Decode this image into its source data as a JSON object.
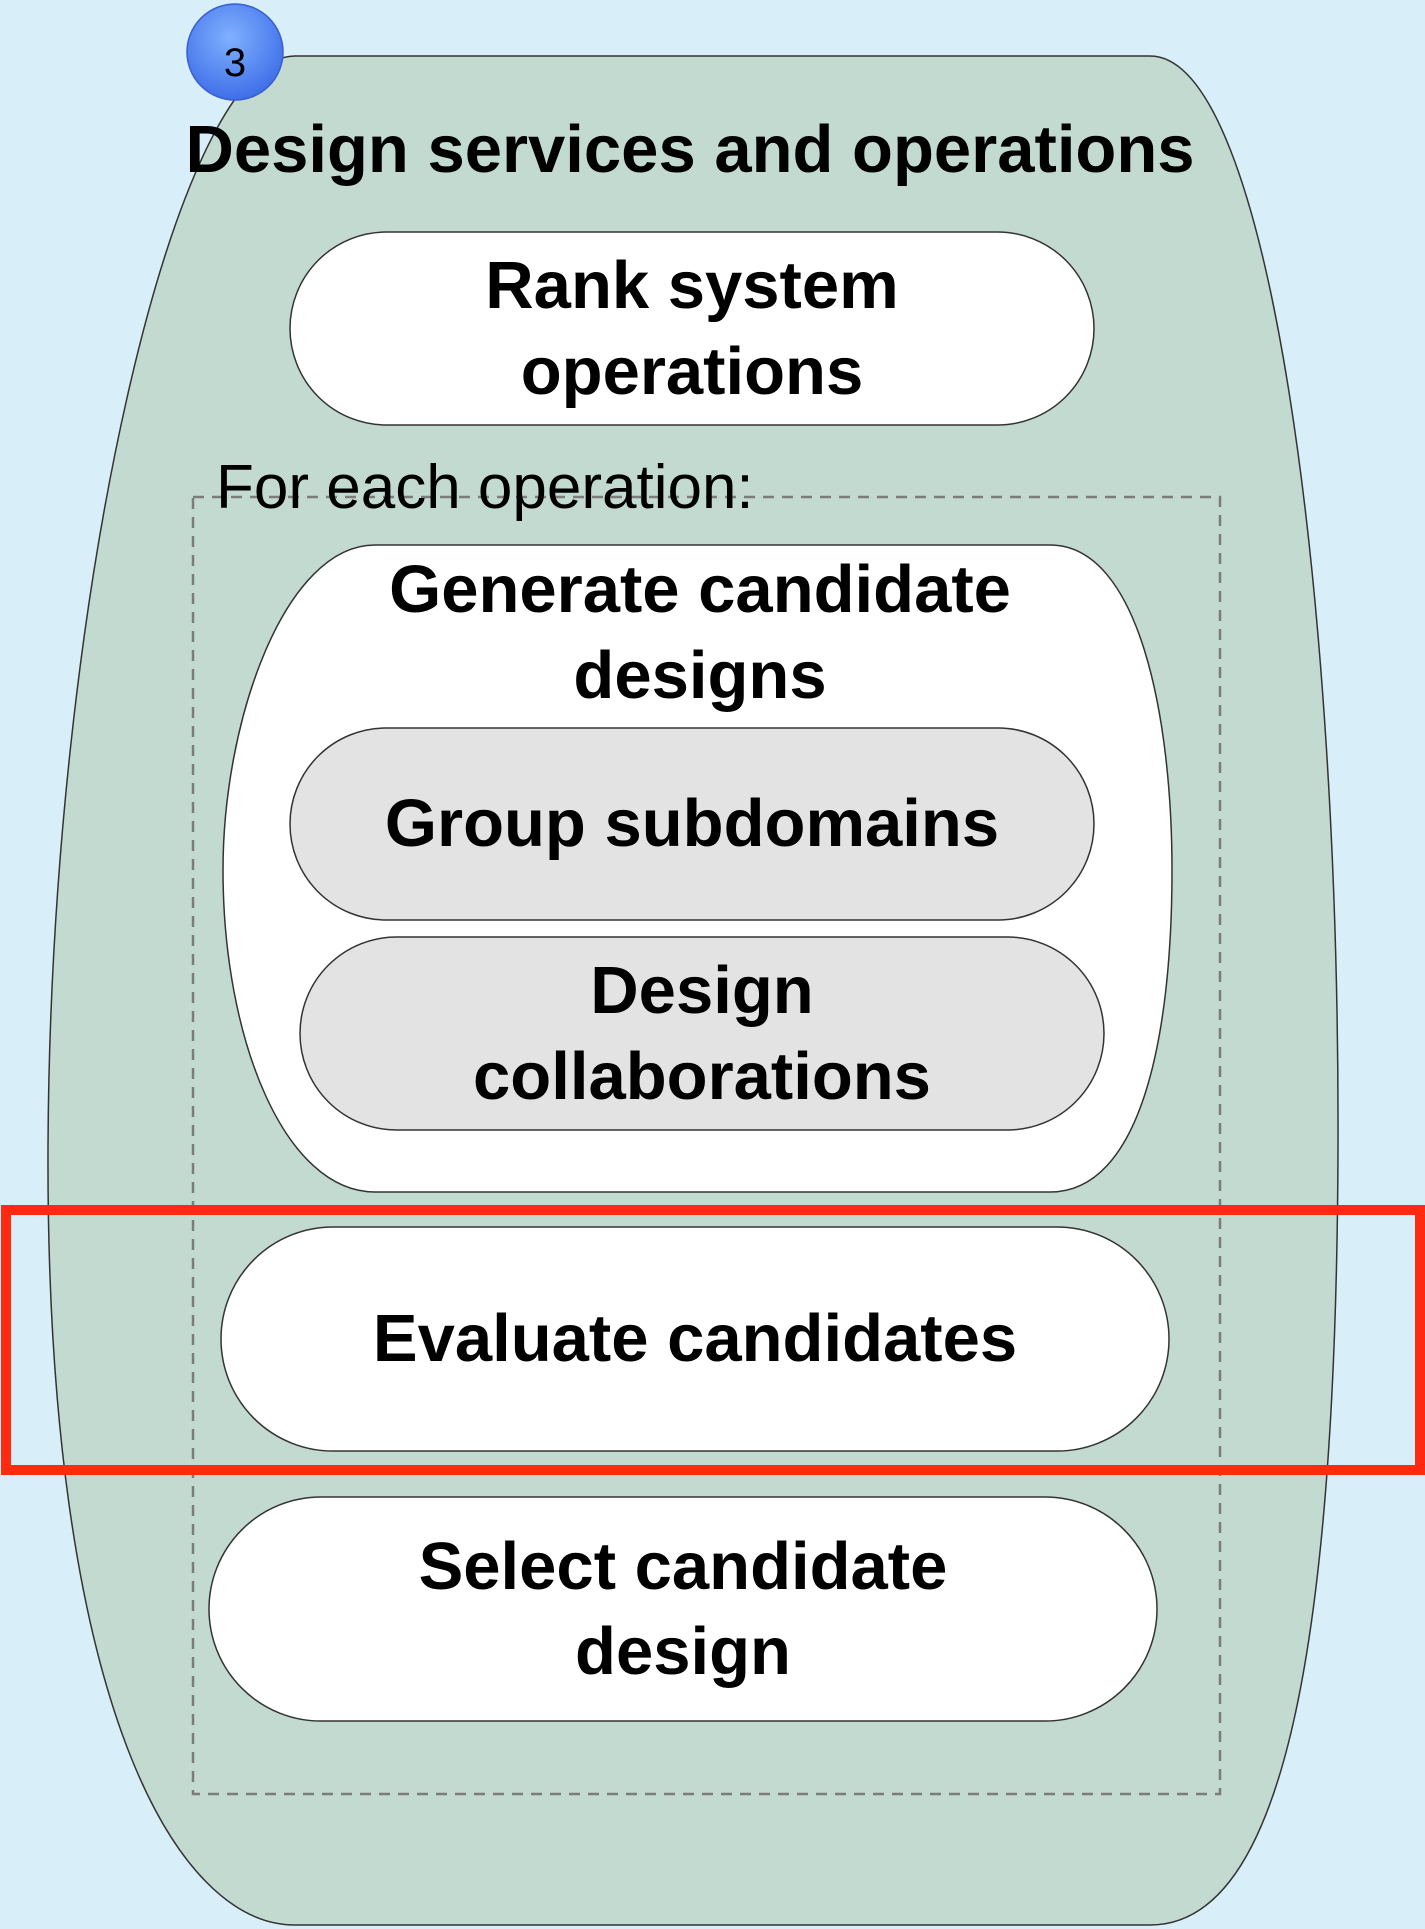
{
  "diagram": {
    "badge": "3",
    "title": "Design services and operations",
    "loop_label": "For each operation:",
    "nodes": {
      "rank": "Rank system\noperations",
      "generate": "Generate candidate\ndesigns",
      "group": "Group subdomains",
      "collab": "Design\ncollaborations",
      "evaluate": "Evaluate candidates",
      "select": "Select candidate\ndesign"
    },
    "colors": {
      "background": "#d8eef8",
      "outer_container": "#c2dad0",
      "node_fill": "#ffffff",
      "sub_node_fill": "#e3e3e3",
      "badge": "#4f82f0",
      "highlight": "#ff2a10"
    }
  }
}
